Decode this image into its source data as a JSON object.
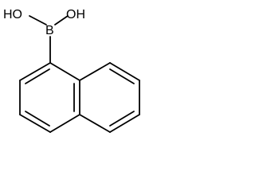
{
  "molecule": {
    "atom_labels": {
      "boron": "B",
      "hydroxyl_left": "HO",
      "hydroxyl_right": "OH"
    }
  },
  "colors": {
    "bond": "#000000",
    "label": "#000000",
    "background": "#ffffff"
  }
}
